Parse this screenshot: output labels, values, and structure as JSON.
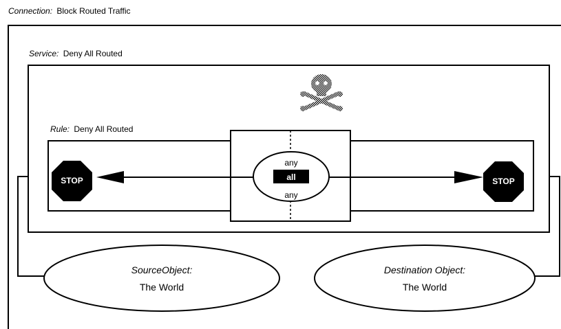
{
  "connection": {
    "label": "Connection:",
    "value": "Block Routed Traffic"
  },
  "service": {
    "label": "Service:",
    "value": "Deny All Routed"
  },
  "rule": {
    "label": "Rule:",
    "value": "Deny All Routed"
  },
  "filter": {
    "top": "any",
    "middle": "all",
    "bottom": "any"
  },
  "stop_left": "STOP",
  "stop_right": "STOP",
  "source": {
    "label": "SourceObject:",
    "value": "The World"
  },
  "destination": {
    "label": "Destination Object:",
    "value": "The World"
  },
  "icons": {
    "danger": "skull-crossbones-icon",
    "stop": "stop-sign-icon"
  }
}
